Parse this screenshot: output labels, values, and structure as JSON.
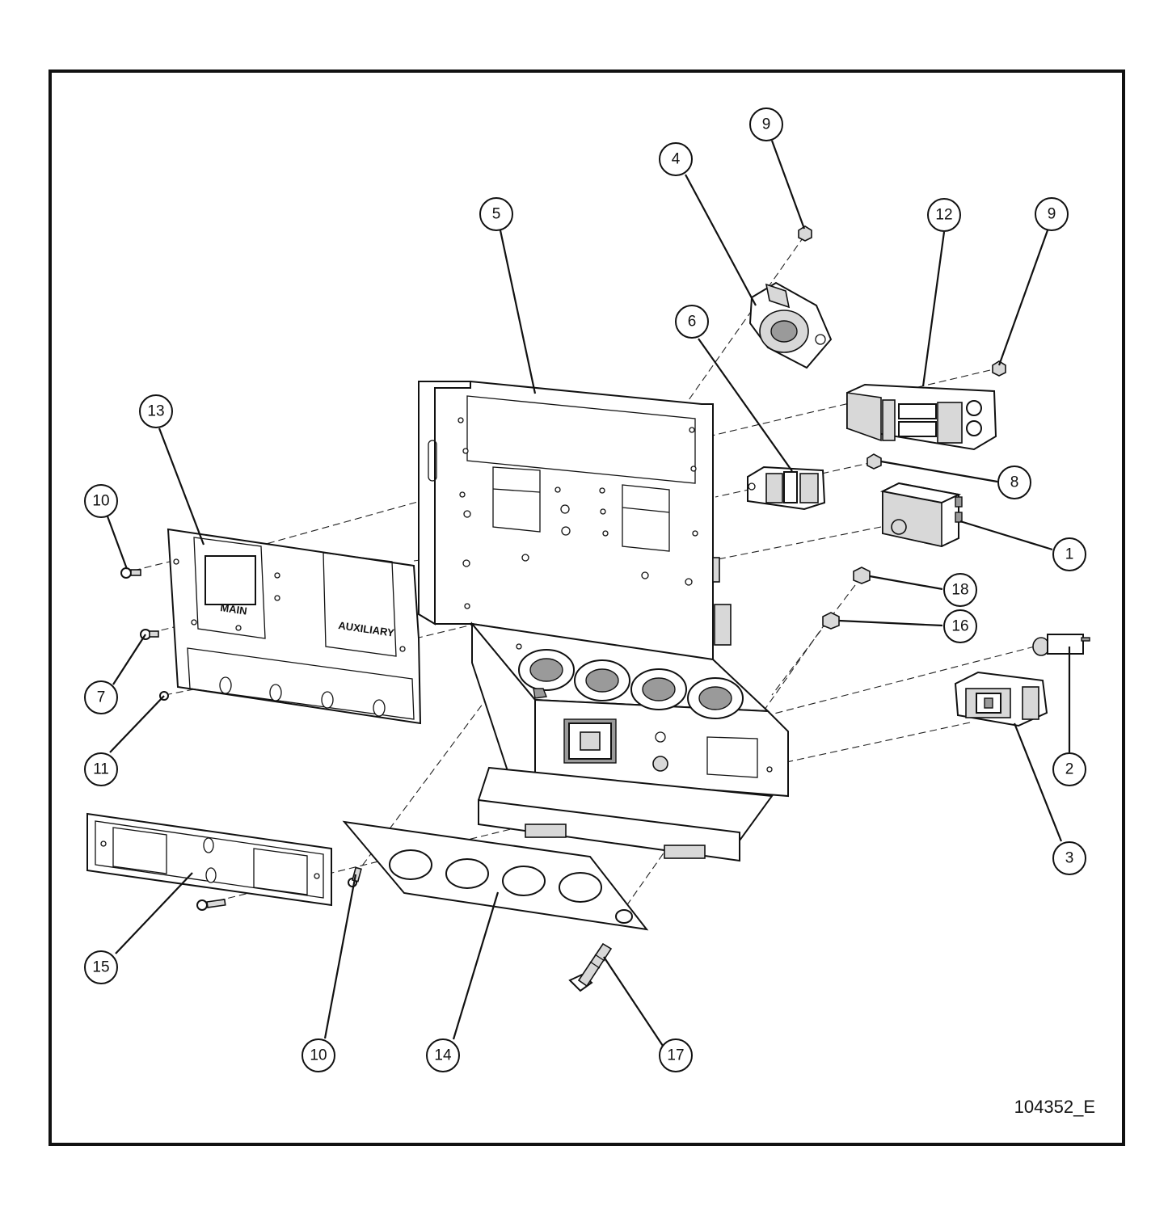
{
  "drawing_number": "104352_E",
  "panel_labels": {
    "main": "MAIN",
    "auxiliary": "AUXILIARY"
  },
  "callouts": [
    {
      "label": "1"
    },
    {
      "label": "2"
    },
    {
      "label": "3"
    },
    {
      "label": "4"
    },
    {
      "label": "5"
    },
    {
      "label": "6"
    },
    {
      "label": "7"
    },
    {
      "label": "8"
    },
    {
      "label": "9"
    },
    {
      "label": "9"
    },
    {
      "label": "10"
    },
    {
      "label": "10"
    },
    {
      "label": "11"
    },
    {
      "label": "12"
    },
    {
      "label": "13"
    },
    {
      "label": "14"
    },
    {
      "label": "15"
    },
    {
      "label": "16"
    },
    {
      "label": "17"
    },
    {
      "label": "18"
    }
  ]
}
